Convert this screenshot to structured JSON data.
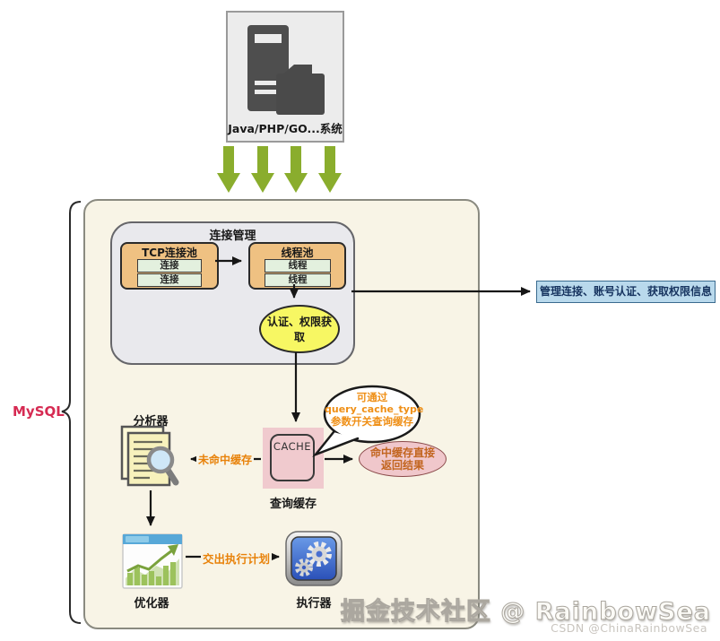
{
  "app_system": {
    "label": "Java/PHP/GO...系统"
  },
  "mysql": {
    "label": "MySQL",
    "connection_management": {
      "title": "连接管理",
      "tcp_pool": {
        "title": "TCP连接池",
        "items": [
          "连接",
          "连接"
        ]
      },
      "thread_pool": {
        "title": "线程池",
        "items": [
          "线程",
          "线程"
        ]
      },
      "auth_ellipse": "认证、权限获取"
    },
    "query_cache": {
      "cache_label": "CACHE",
      "caption": "查询缓存"
    },
    "analyzer": {
      "caption": "分析器"
    },
    "optimizer": {
      "caption": "优化器"
    },
    "executor": {
      "caption": "执行器"
    }
  },
  "annotations": {
    "connection_note": "管理连接、账号认证、获取权限信息",
    "cache_switch_note": {
      "line1": "可通过",
      "line2": "query_cache_type",
      "line3": "参数开关查询缓存"
    },
    "cache_hit_note": {
      "line1": "命中缓存直接",
      "line2": "返回结果"
    },
    "cache_miss_edge": "未命中缓存",
    "plan_edge": "交出执行计划"
  },
  "watermark": {
    "primary": "掘金技术社区 @ RainbowSea",
    "secondary": "CSDN @ChinaRainbowSea"
  },
  "colors": {
    "mysql_box_bg": "#f8f4e6",
    "connection_box_bg": "#e9e9ed",
    "pool_bg": "#efc182",
    "pool_item_bg": "#e3f0de",
    "auth_ellipse_bg": "#f7f763",
    "cache_bg": "#f0cace",
    "hit_ellipse_bg": "#f0c7cb",
    "note_blue_bg": "#b9d9ec",
    "arrow_green": "#8aad2d",
    "edge_label_orange": "#e8820a",
    "mysql_label_red": "#d62a52"
  }
}
